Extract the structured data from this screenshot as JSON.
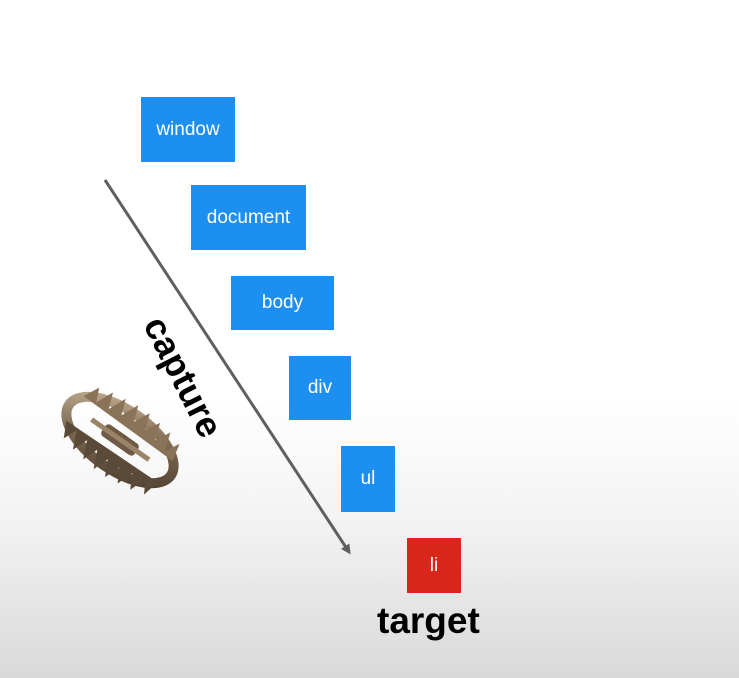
{
  "nodes": {
    "window": "window",
    "document": "document",
    "body": "body",
    "div": "div",
    "ul": "ul",
    "li": "li"
  },
  "labels": {
    "capture": "capture",
    "target": "target"
  },
  "colors": {
    "node_blue": "#1c8ff0",
    "target_red": "#d8261b",
    "arrow": "#5f5f5f"
  },
  "icons": {
    "trap": "bear-trap-icon"
  }
}
